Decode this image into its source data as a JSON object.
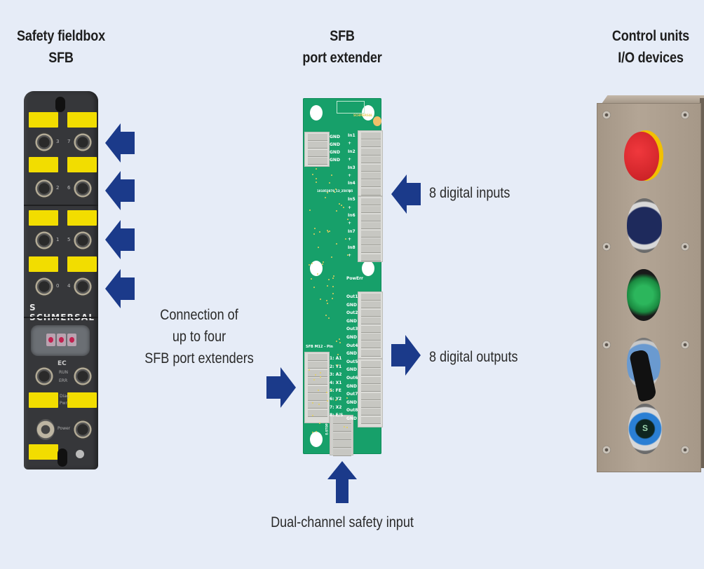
{
  "headings": {
    "fieldbox": [
      "Safety fieldbox",
      "SFB"
    ],
    "port_extender": [
      "SFB",
      "port extender"
    ],
    "control_units": [
      "Control units",
      "I/O devices"
    ]
  },
  "labels": {
    "connection": [
      "Connection of",
      "up to four",
      "SFB port extenders"
    ],
    "digital_inputs": "8 digital inputs",
    "digital_outputs": "8 digital outputs",
    "safety_input": "Dual-channel safety input"
  },
  "fieldbox_device": {
    "brand": "S SCHMERSAL",
    "port_numbers_left": [
      "3",
      "2",
      "1",
      "0"
    ],
    "port_numbers_right": [
      "7",
      "6",
      "5",
      "4"
    ],
    "ec_label": "EC",
    "status_labels": [
      "RUN",
      "ERR",
      "Diag",
      "Pwr"
    ],
    "power_label": "Power"
  },
  "pcb": {
    "manufacturer": "SCHMERSAL",
    "serial": "101053878_13_250725",
    "gnd_labels": [
      "GND",
      "GND",
      "GND",
      "GND"
    ],
    "input_labels": [
      "In1",
      "+",
      "In2",
      "+",
      "In3",
      "+",
      "In4",
      "+",
      "In5",
      "+",
      "In6",
      "+",
      "In7",
      "+",
      "In8",
      "+"
    ],
    "output_labels": [
      "Out1",
      "GND",
      "Out2",
      "GND",
      "Out3",
      "GND",
      "Out4",
      "GND",
      "Out5",
      "GND",
      "Out6",
      "GND",
      "Out7",
      "GND",
      "Out8",
      "GND"
    ],
    "m12_header": "SFB M12 - Pin",
    "m12_pins": [
      "1: A1",
      "2: Y1",
      "3: A2",
      "4: X1",
      "5: FE",
      "6: Y2",
      "7: X2",
      "8: E/S"
    ],
    "led_labels": [
      "Pow",
      "Err"
    ],
    "estop_label": "E-STOP"
  },
  "control_box": {
    "buttons": [
      {
        "name": "emergency-stop",
        "color": "#e0262b",
        "ring": "#f2c000"
      },
      {
        "name": "blue-pushbutton",
        "color": "#1e2a5c"
      },
      {
        "name": "green-indicator",
        "color": "#1f9a4a"
      },
      {
        "name": "selector-switch",
        "color": "#111111"
      },
      {
        "name": "illuminated-s-button",
        "color": "#2a7fd4",
        "symbol": "S"
      }
    ]
  },
  "colors": {
    "background": "#e6ecf7",
    "arrow": "#1b3a8a",
    "yellow_label": "#f2dd00",
    "pcb_green": "#17a06a"
  }
}
